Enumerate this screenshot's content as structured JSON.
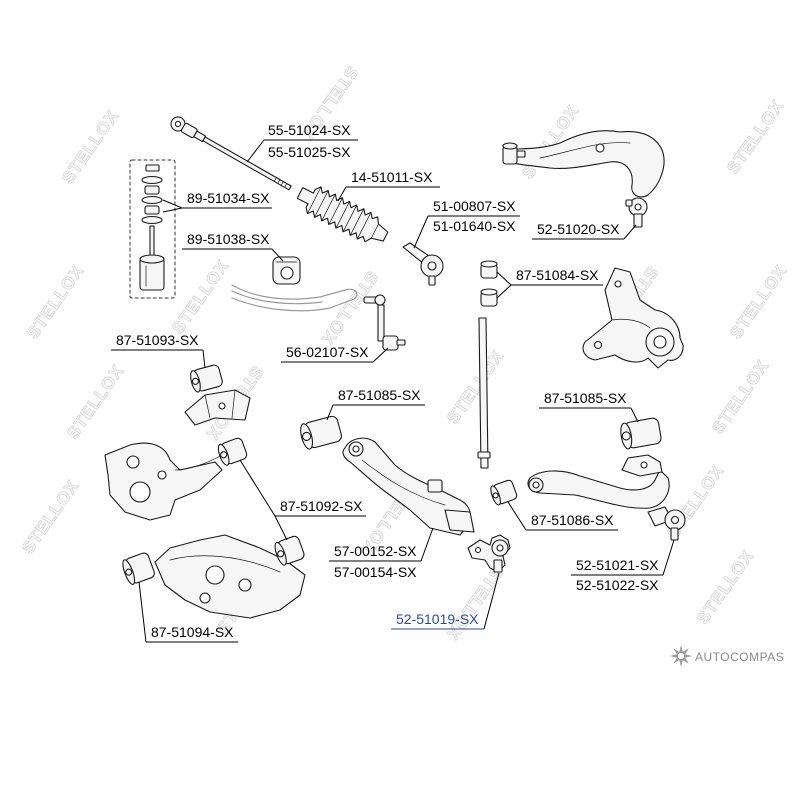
{
  "watermark": {
    "text": "STELLOX"
  },
  "logo": {
    "text": "AUTOCOMPAS"
  },
  "callouts": [
    "55-51024-SX",
    "55-51025-SX",
    "14-51011-SX",
    "89-51034-SX",
    "89-51038-SX",
    "51-00807-SX",
    "51-01640-SX",
    "52-51020-SX",
    "87-51084-SX",
    "56-02107-SX",
    "87-51093-SX",
    "87-51085-SX",
    "87-51085-SX",
    "87-51092-SX",
    "87-51086-SX",
    "57-00152-SX",
    "57-00154-SX",
    "52-51021-SX",
    "52-51022-SX",
    "52-51019-SX",
    "87-51094-SX"
  ],
  "colors": {
    "label": "#000000",
    "highlight": "#2b4d9c",
    "watermark": "#d2d2d2",
    "logo": "#8a8a8a"
  }
}
